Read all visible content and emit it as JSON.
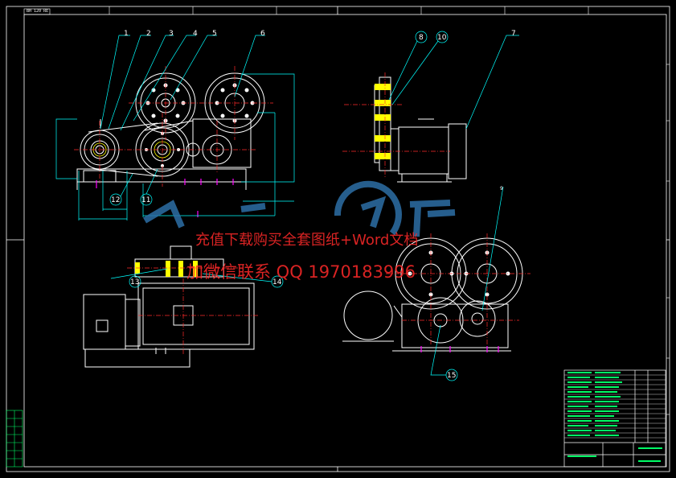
{
  "part_labels": [
    "1",
    "2",
    "3",
    "4",
    "5",
    "6",
    "8",
    "10",
    "7",
    "12",
    "11",
    "13",
    "14",
    "15",
    "9"
  ],
  "watermark": {
    "line1": "充值下载购买全套图纸+Word文档",
    "line2": "加微信联系 QQ 1970183996"
  },
  "border_tag": "BH 120 RE",
  "colors": {
    "background": "#000000",
    "outline": "#ffffff",
    "center_line": "#ff2a2a",
    "dimension": "#00ffff",
    "hatch": "#ffff00",
    "magenta": "#ff00ff",
    "watermark_logo": "#2d6fa6"
  }
}
